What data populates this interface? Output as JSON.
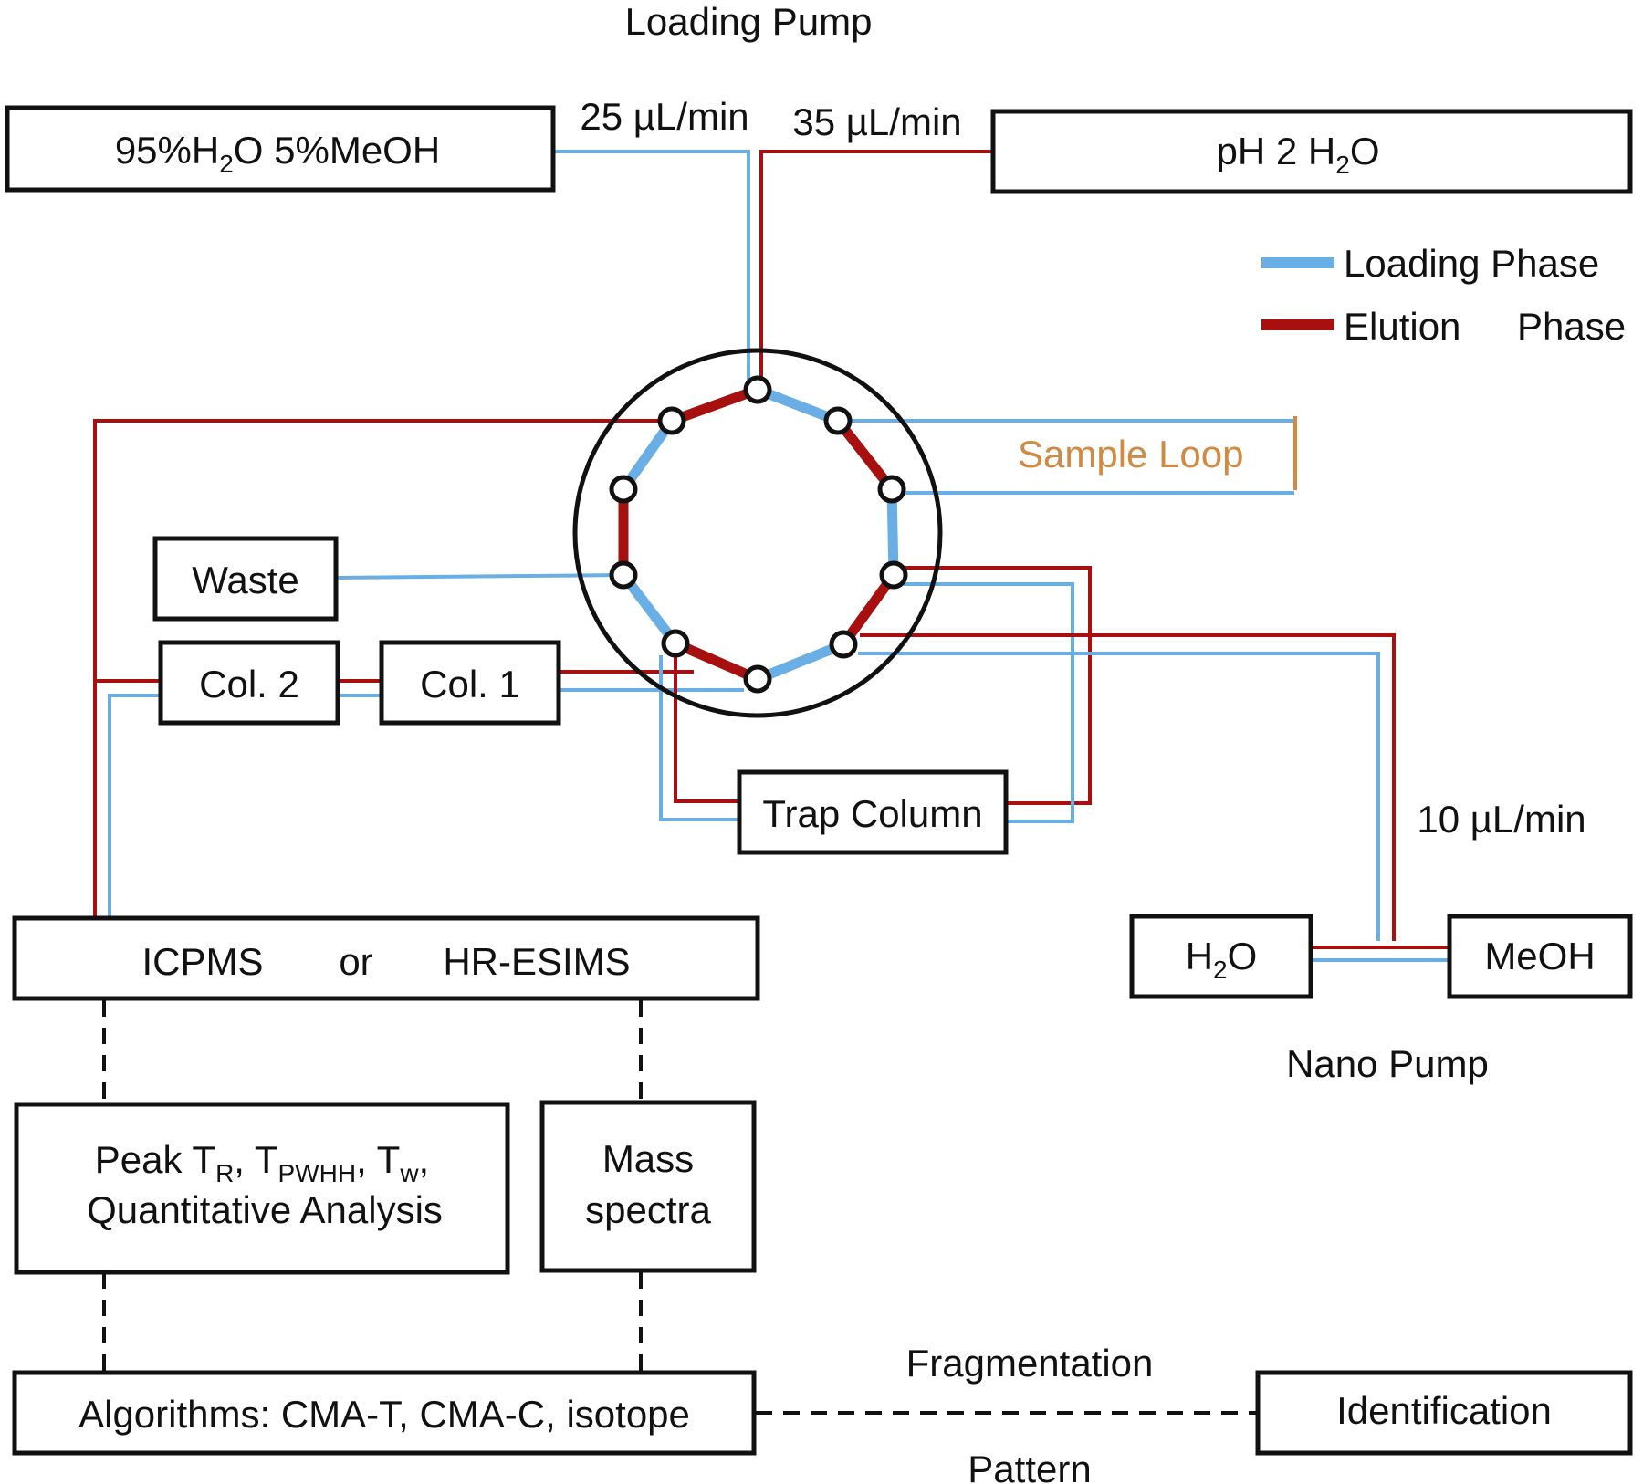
{
  "title": "Loading Pump",
  "pump_label_bottom": "Nano Pump",
  "solvent_a": {
    "main": "95%H",
    "sub": "2",
    "rest": "O 5%MeOH"
  },
  "solvent_b": {
    "main": "pH 2 H",
    "sub": "2",
    "rest": "O"
  },
  "flow_a": "25 µL/min",
  "flow_b": "35 µL/min",
  "flow_nano": "10 µL/min",
  "legend": {
    "loading": "Loading Phase",
    "elution_a": "Elution",
    "elution_b": "Phase"
  },
  "colors": {
    "loading": "#6aaee6",
    "elution": "#a80f0f",
    "sample_loop": "#d08a44"
  },
  "sample_loop": "Sample Loop",
  "waste": "Waste",
  "col2": "Col. 2",
  "col1": "Col. 1",
  "trap_column": "Trap Column",
  "detector": {
    "a": "ICPMS",
    "or": "or",
    "b": "HR-ESIMS"
  },
  "nano_h2o": {
    "main": "H",
    "sub": "2",
    "rest": "O"
  },
  "nano_meoh": "MeOH",
  "peak_box": {
    "peak": "Peak T",
    "sub_r": "R",
    "sep1": ", T",
    "sub_pwhh": "PWHH",
    "sep2": ", T",
    "sub_w": "w",
    "end": ",",
    "line2": "Quantitative Analysis"
  },
  "mass_box": {
    "line1": "Mass",
    "line2": "spectra"
  },
  "algorithms": "Algorithms: CMA-T, CMA-C, isotope",
  "fragmentation": "Fragmentation",
  "pattern": "Pattern",
  "identification": "Identification"
}
